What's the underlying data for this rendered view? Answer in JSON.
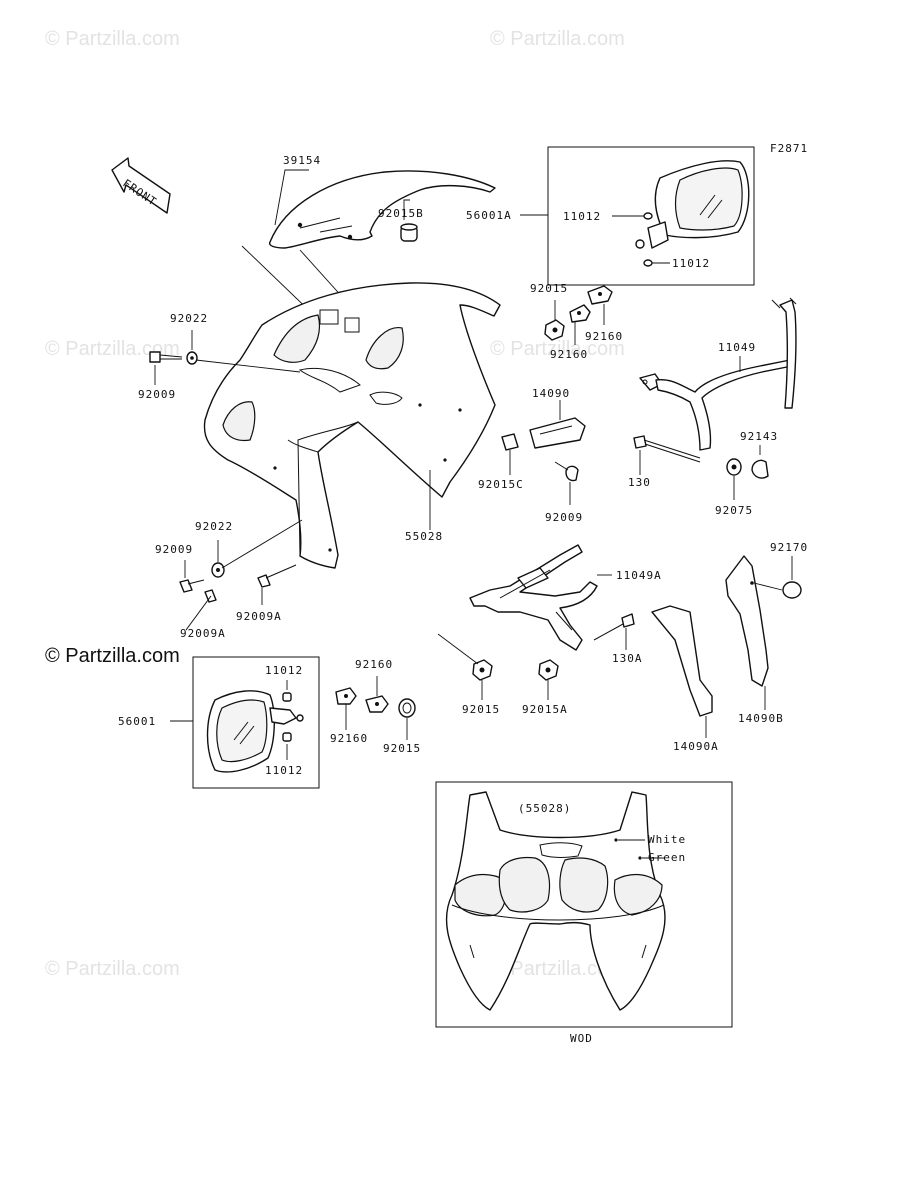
{
  "figure_code": "F2871",
  "front_arrow_label": "FRONT",
  "watermark": "© Partzilla.com",
  "watermark_dark": "© Partzilla.com",
  "labels": {
    "p39154": "39154",
    "p92015B": "92015B",
    "p56001A": "56001A",
    "p11012_top1": "11012",
    "p11012_top2": "11012",
    "p92015_top": "92015",
    "p92160_top1": "92160",
    "p92160_top2": "92160",
    "p92022_top": "92022",
    "p92009_top": "92009",
    "p11049": "11049",
    "p14090": "14090",
    "p92143": "92143",
    "p130": "130",
    "p92075": "92075",
    "p92015C": "92015C",
    "p92009_mid": "92009",
    "p55028": "55028",
    "p92022_low": "92022",
    "p92009_low": "92009",
    "p92009A_1": "92009A",
    "p92009A_2": "92009A",
    "p11049A": "11049A",
    "p92170": "92170",
    "p130A": "130A",
    "p11012_l1": "11012",
    "p11012_l2": "11012",
    "p56001": "56001",
    "p92160_l1": "92160",
    "p92160_l2": "92160",
    "p92015_l": "92015",
    "p92015_b": "92015",
    "p92015A": "92015A",
    "p14090A": "14090A",
    "p14090B": "14090B"
  },
  "inset": {
    "ref": "(55028)",
    "color_white": "White",
    "color_green": "Green",
    "caption": "WOD"
  },
  "icons": [
    "front-arrow-icon"
  ]
}
